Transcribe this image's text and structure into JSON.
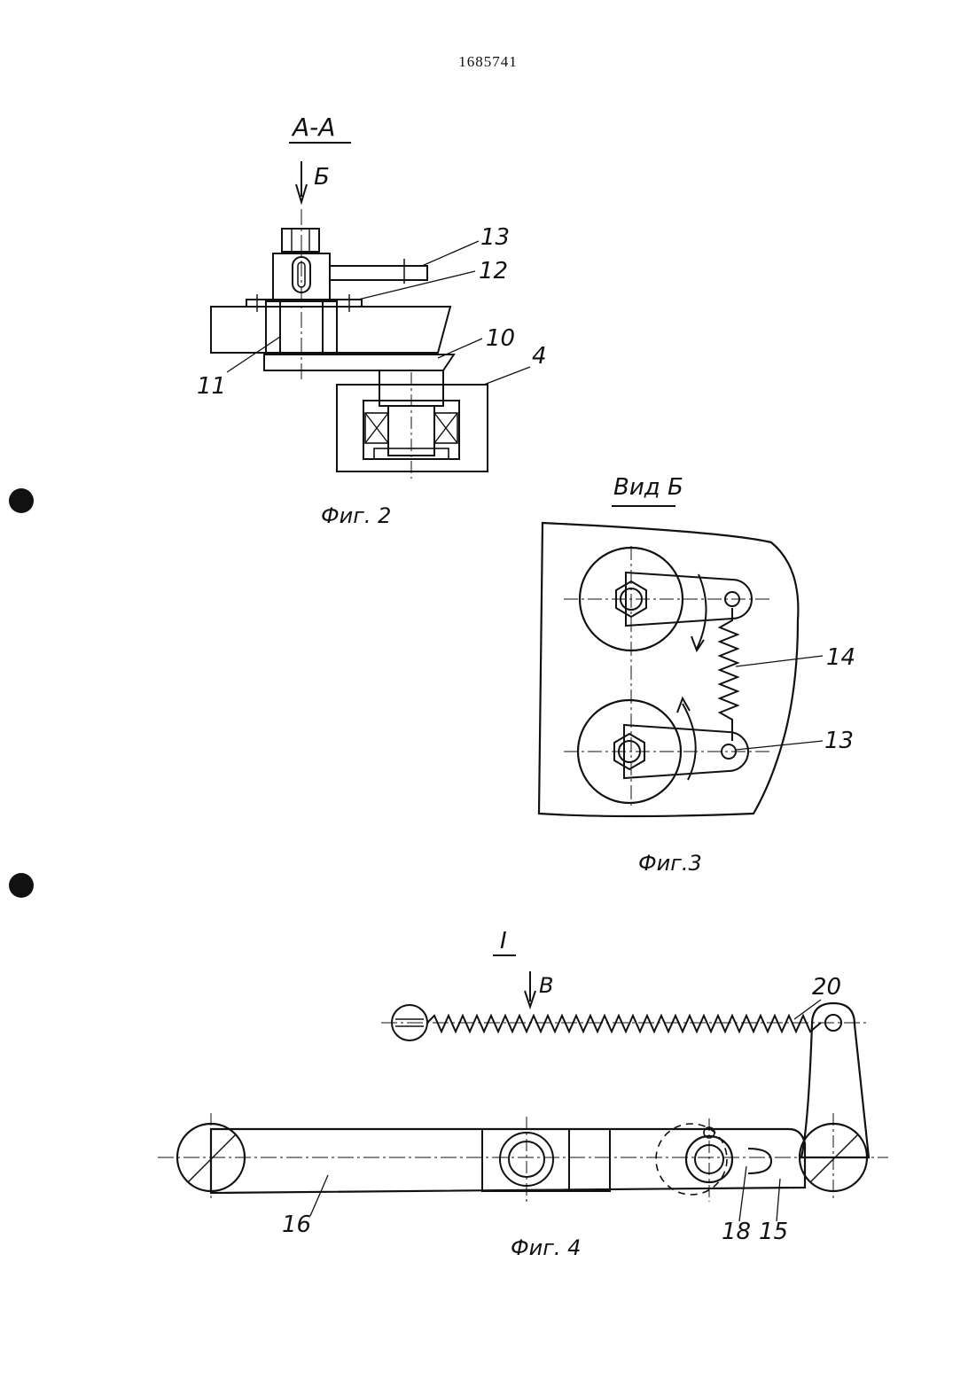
{
  "document": {
    "patent_number": "1685741"
  },
  "figures": {
    "fig2": {
      "caption": "Фиг. 2",
      "section": "А-А",
      "view_arrow": "Б",
      "callouts": [
        "13",
        "12",
        "10",
        "4",
        "11"
      ]
    },
    "fig3": {
      "caption": "Фиг.3",
      "view_title": "Вид Б",
      "callouts": [
        "14",
        "13"
      ]
    },
    "fig4": {
      "caption": "Фиг. 4",
      "detail": "I",
      "view_arrow": "В",
      "callouts": [
        "20",
        "16",
        "18",
        "15"
      ]
    }
  },
  "colors": {
    "ink": "#111111",
    "paper": "#ffffff"
  }
}
